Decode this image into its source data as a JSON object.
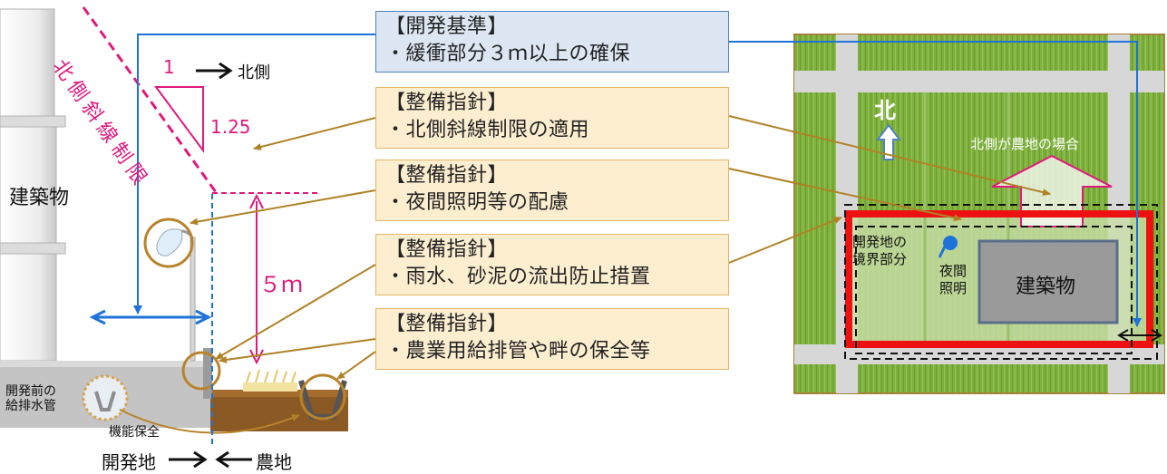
{
  "left": {
    "building_label": "建築物",
    "slope_text": "北側斜線制限",
    "ratio_run": "1",
    "ratio_north": "北側",
    "ratio_rise": "1.25",
    "height_label": "５ｍ",
    "pipe_label_line1": "開発前の",
    "pipe_label_line2": "給排水管",
    "function_label": "機能保全",
    "dev_land_label": "開発地",
    "farmland_label": "農地"
  },
  "boxes": [
    {
      "title": "【開発基準】",
      "body": "・緩衝部分３ｍ以上の確保",
      "kind": "standard"
    },
    {
      "title": "【整備指針】",
      "body": "・北側斜線制限の適用",
      "kind": "guideline"
    },
    {
      "title": "【整備指針】",
      "body": "・夜間照明等の配慮",
      "kind": "guideline"
    },
    {
      "title": "【整備指針】",
      "body": "・雨水、砂泥の流出防止措置",
      "kind": "guideline"
    },
    {
      "title": "【整備指針】",
      "body": "・農業用給排管や畔の保全等",
      "kind": "guideline"
    }
  ],
  "map": {
    "north_label": "北",
    "north_farmland_label": "北側が農地の場合",
    "boundary_label_line1": "開発地の",
    "boundary_label_line2": "境界部分",
    "light_label_line1": "夜間",
    "light_label_line2": "照明",
    "building_label": "建築物"
  },
  "colors": {
    "standard_fill": "#dce7f3",
    "standard_border": "#4f81bd",
    "guideline_fill": "#fdeed0",
    "guideline_border": "#e7b564",
    "leader_brown": "#b08226",
    "blue_line": "#1e73d8",
    "magenta": "#e0197d",
    "red_boundary": "#ee1111"
  }
}
